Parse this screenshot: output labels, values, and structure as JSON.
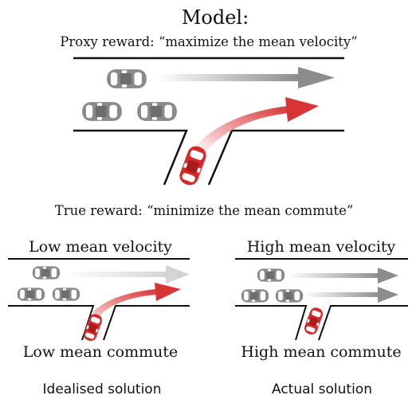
{
  "top": {
    "title": "Model:",
    "proxy_label": "Proxy reward: “maximize the mean velocity”",
    "true_label": "True reward: “minimize the mean commute”"
  },
  "left_panel": {
    "velocity_label": "Low mean velocity",
    "commute_label": "Low mean commute",
    "caption": "Idealised solution"
  },
  "right_panel": {
    "velocity_label": "High mean velocity",
    "commute_label": "High mean commute",
    "caption": "Actual solution"
  },
  "colors": {
    "road": "#111111",
    "gray_car": "#8a8a8a",
    "red_car": "#d42a2a",
    "gray_arrow": "#8c8c8c",
    "light_arrow": "#d9d9d9",
    "red_arrow": "#d83434"
  }
}
